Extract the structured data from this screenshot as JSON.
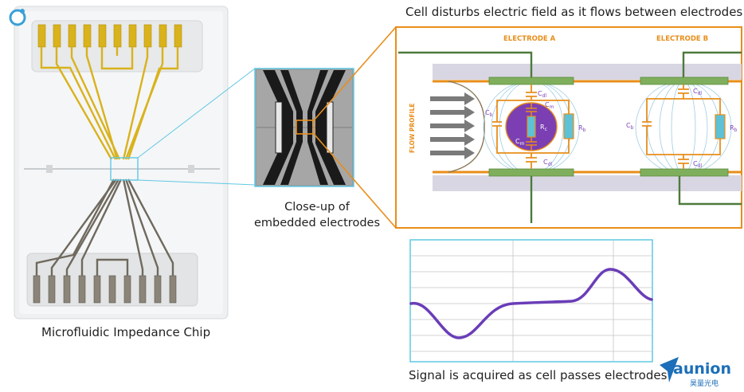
{
  "title": "Cell disturbs electric field as it flows between electrodes",
  "chip_caption": "Microfluidic Impedance Chip",
  "closeup_caption_line1": "Close-up of",
  "closeup_caption_line2": "embedded electrodes",
  "signal_caption": "Signal is acquired as cell passes electrodes",
  "diagram": {
    "electrode_a": "ELECTRODE A",
    "electrode_b": "ELECTRODE B",
    "flow_profile": "FLOW PROFILE",
    "labels": {
      "cdl": "C",
      "cdl_sub": "dl",
      "cm": "C",
      "cm_sub": "m",
      "cb": "C",
      "cb_sub": "b",
      "rc": "R",
      "rc_sub": "c",
      "rb": "R",
      "rb_sub": "b"
    }
  },
  "brand": {
    "name": "aunion",
    "sub": "昊量光电"
  },
  "colors": {
    "orange": "#e88e1a",
    "green_electrode": "#7fae5c",
    "green_wire": "#4e7a3c",
    "cell_purple": "#7b3fb3",
    "cyan_frame": "#5fc8e3",
    "signal_purple": "#6a3db8",
    "gold_trace": "#d9b21c"
  }
}
